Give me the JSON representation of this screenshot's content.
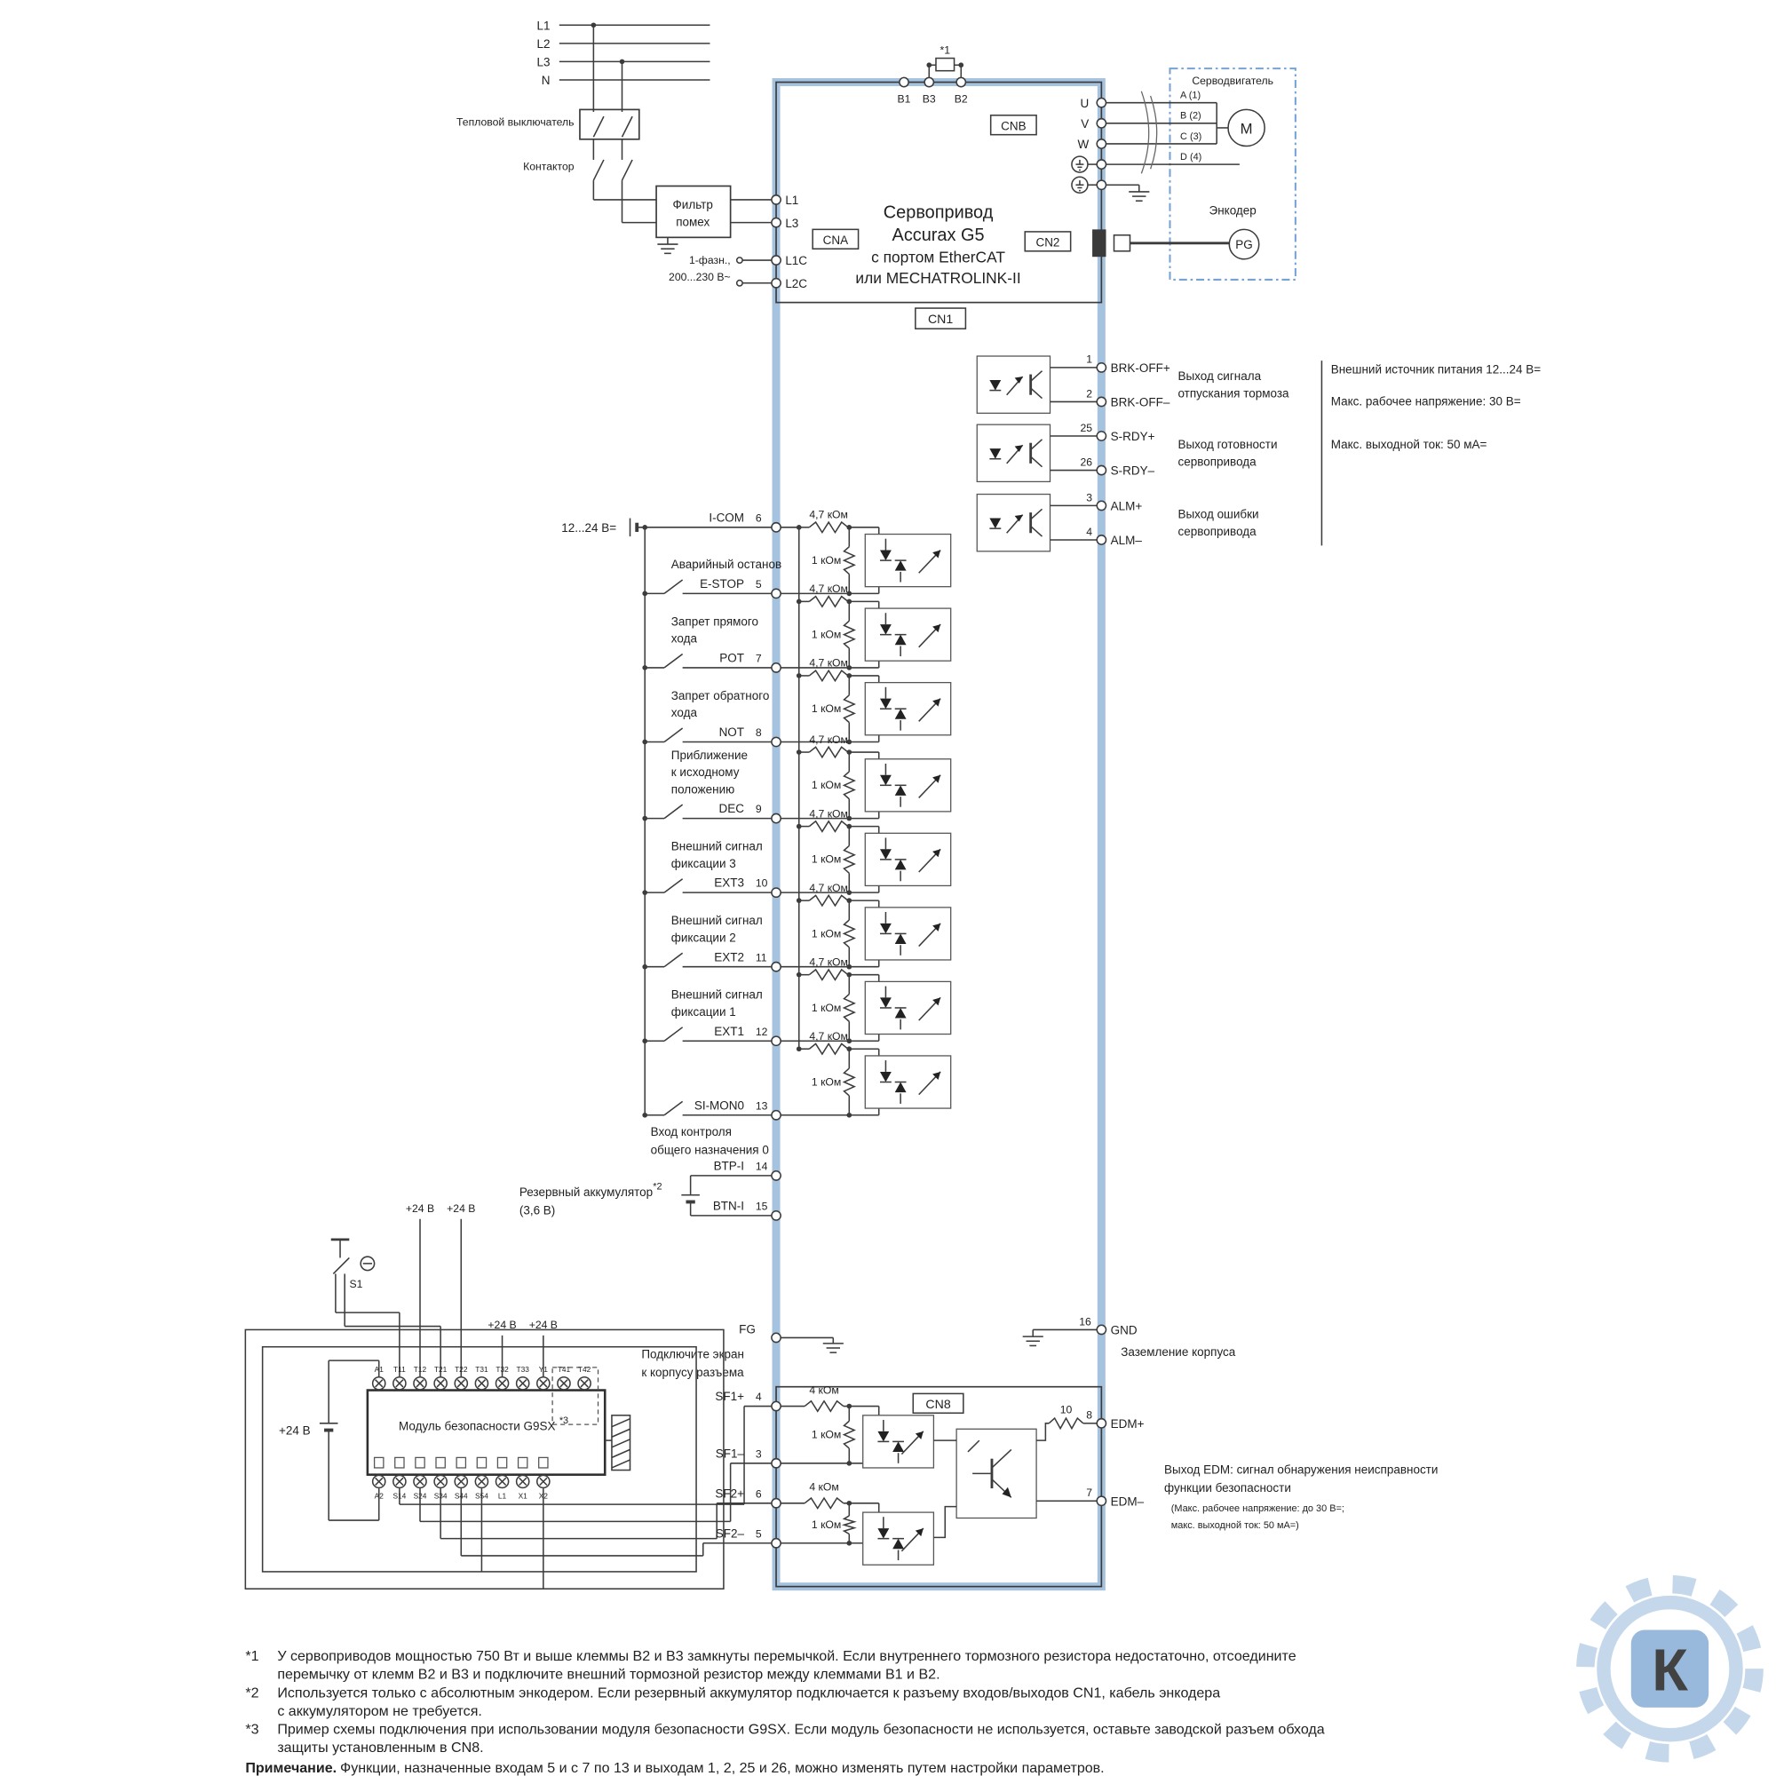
{
  "colors": {
    "accent_blue": "#a5c2df",
    "motor_blue": "#76a3d4",
    "watermark_blue": "#bcd2e8",
    "watermark_badge": "#87add6",
    "line": "#3c3c3c"
  },
  "power": {
    "phase_labels": [
      "L1",
      "L2",
      "L3",
      "N"
    ],
    "thermal_breaker": "Тепловой выключатель",
    "contactor": "Контактор",
    "filter_line1": "Фильтр",
    "filter_line2": "помех",
    "single_phase_line1": "1-фазн.,",
    "single_phase_line2": "200...230 В~",
    "terminals_left": [
      "L1",
      "L3",
      "L1C",
      "L2C"
    ],
    "terminals_top": [
      "B1",
      "B3",
      "B2"
    ],
    "jumper_note": "*1"
  },
  "drive": {
    "title_lines": [
      "Сервопривод",
      "Accurax G5",
      "с портом EtherCAT",
      "или MECHATROLINK-II"
    ],
    "connectors": {
      "cna": "CNA",
      "cnb": "CNB",
      "cn1": "CN1",
      "cn2": "CN2",
      "cn8": "CN8"
    },
    "motor_terminals": [
      "U",
      "V",
      "W"
    ]
  },
  "motor": {
    "label": "Серводвигатель",
    "wires": [
      "A (1)",
      "B (2)",
      "C (3)",
      "D (4)"
    ],
    "motor_symbol": "M",
    "encoder_label": "Энкодер",
    "encoder_symbol": "PG"
  },
  "outputs": {
    "rows": [
      {
        "pin_plus": "1",
        "sig_plus": "BRK-OFF+",
        "pin_minus": "2",
        "sig_minus": "BRK-OFF–",
        "desc": [
          "Выход сигнала",
          "отпускания тормоза"
        ]
      },
      {
        "pin_plus": "25",
        "sig_plus": "S-RDY+",
        "pin_minus": "26",
        "sig_minus": "S-RDY–",
        "desc": [
          "Выход готовности",
          "сервопривода"
        ]
      },
      {
        "pin_plus": "3",
        "sig_plus": "ALM+",
        "pin_minus": "4",
        "sig_minus": "ALM–",
        "desc": [
          "Выход ошибки",
          "сервопривода"
        ]
      }
    ],
    "supply_notes": [
      "Внешний источник питания 12...24 В=",
      "Макс. рабочее напряжение: 30 В=",
      "Макс. выходной ток: 50 мА="
    ]
  },
  "inputs": {
    "supply": "12...24 В=",
    "common": {
      "sig": "I-COM",
      "pin": "6"
    },
    "r_series": "4,7 кОм",
    "r_parallel": "1 кОм",
    "rows": [
      {
        "desc": [
          "Аварийный останов"
        ],
        "sig": "E-STOP",
        "pin": "5"
      },
      {
        "desc": [
          "Запрет прямого",
          "хода"
        ],
        "sig": "POT",
        "pin": "7"
      },
      {
        "desc": [
          "Запрет обратного",
          "хода"
        ],
        "sig": "NOT",
        "pin": "8"
      },
      {
        "desc": [
          "Приближение",
          "к исходному",
          "положению"
        ],
        "sig": "DEC",
        "pin": "9"
      },
      {
        "desc": [
          "Внешний сигнал",
          "фиксации 3"
        ],
        "sig": "EXT3",
        "pin": "10"
      },
      {
        "desc": [
          "Внешний сигнал",
          "фиксации 2"
        ],
        "sig": "EXT2",
        "pin": "11"
      },
      {
        "desc": [
          "Внешний сигнал",
          "фиксации 1"
        ],
        "sig": "EXT1",
        "pin": "12"
      },
      {
        "desc": [],
        "sig": "SI-MON0",
        "pin": "13",
        "desc_below": [
          "Вход контроля",
          "общего назначения 0"
        ]
      }
    ]
  },
  "battery": {
    "label_line1": "Резервный аккумулятор",
    "note": "*2",
    "label_line2": "(3,6 В)",
    "btp": {
      "sig": "BTP-I",
      "pin": "14"
    },
    "btn": {
      "sig": "BTN-I",
      "pin": "15"
    }
  },
  "ground": {
    "fg": "FG",
    "fg_note": [
      "Подключите экран",
      "к корпусу разъема"
    ],
    "gnd_pin": "16",
    "gnd_sig": "GND",
    "gnd_note": "Заземление корпуса"
  },
  "safety": {
    "s1": "S1",
    "p24": "+24 В",
    "module_label": "Модуль безопасности G9SX",
    "module_note": "*3",
    "top_terminals": [
      "A1",
      "T11",
      "T12",
      "T21",
      "T22",
      "T31",
      "T32",
      "T33",
      "Y1",
      "T41",
      "T42"
    ],
    "bottom_terminals": [
      "A2",
      "S14",
      "S24",
      "S34",
      "S44",
      "S54",
      "L1",
      "X1",
      "X2"
    ],
    "sf": [
      {
        "sig": "SF1+",
        "pin": "4"
      },
      {
        "sig": "SF1–",
        "pin": "3"
      },
      {
        "sig": "SF2+",
        "pin": "6"
      },
      {
        "sig": "SF2–",
        "pin": "5"
      }
    ],
    "r4k": "4 кОм",
    "r1k": "1 кОм",
    "r10": "10",
    "edm_plus": {
      "sig": "EDM+",
      "pin": "8"
    },
    "edm_minus": {
      "sig": "EDM–",
      "pin": "7"
    },
    "edm_desc": [
      "Выход EDM: сигнал обнаружения неисправности",
      "функции безопасности"
    ],
    "edm_spec": [
      "(Макс. рабочее напряжение: до 30 В=;",
      "макс. выходной ток: 50 мА=)"
    ]
  },
  "watermark": {
    "letter": "К"
  },
  "footnotes": [
    {
      "mark": "*1",
      "lines": [
        "У сервоприводов мощностью 750 Вт и выше клеммы B2 и B3 замкнуты перемычкой. Если внутреннего тормозного резистора недостаточно, отсоедините",
        "перемычку от клемм B2 и B3 и подключите внешний тормозной резистор между клеммами B1 и B2."
      ]
    },
    {
      "mark": "*2",
      "lines": [
        "Используется только с абсолютным энкодером. Если резервный аккумулятор подключается к разъему входов/выходов CN1, кабель энкодера",
        "с аккумулятором не требуется."
      ]
    },
    {
      "mark": "*3",
      "lines": [
        "Пример схемы подключения при использовании модуля безопасности G9SX. Если модуль безопасности не используется, оставьте заводской разъем обхода",
        "защиты установленным в CN8."
      ]
    }
  ],
  "note": {
    "label": "Примечание.",
    "text": "Функции, назначенные входам 5 и с 7 по 13 и выходам 1, 2, 25 и 26, можно изменять путем настройки параметров."
  }
}
